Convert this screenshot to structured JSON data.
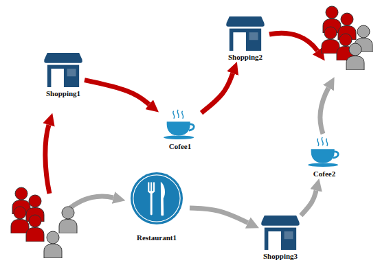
{
  "diagram": {
    "nodes": [
      {
        "text": [
          "Shopping2"
        ]
      },
      {
        "text": [
          "Shopping1"
        ]
      },
      {
        "text": [
          "Cofee1"
        ]
      },
      {
        "text": [
          "Cofee2"
        ]
      },
      {
        "text": [
          "Restaurant1"
        ]
      },
      {
        "text": [
          "Shopping3"
        ]
      }
    ],
    "edges": [
      {
        "from": 1,
        "to": 2,
        "arrow": "to"
      },
      {
        "from": 2,
        "to": 0,
        "arrow": "to"
      },
      {
        "from": 4,
        "to": 5,
        "arrow": "to"
      },
      {
        "from": 5,
        "to": 3,
        "arrow": "to"
      }
    ]
  }
}
